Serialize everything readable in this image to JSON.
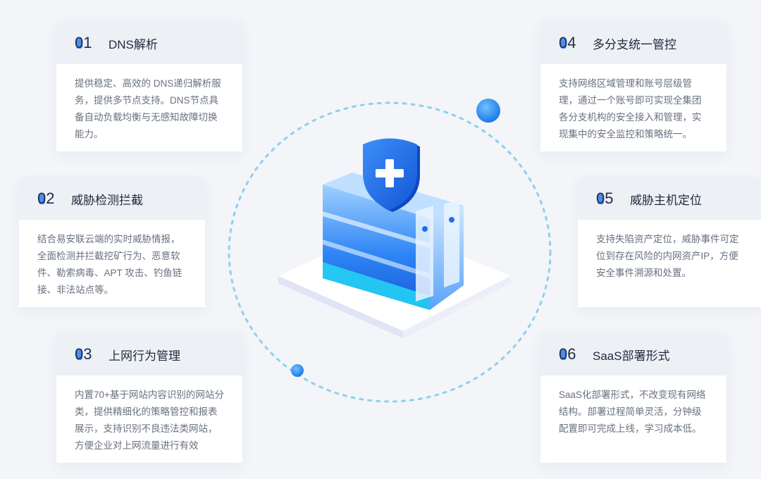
{
  "cards": [
    {
      "num": "01",
      "title": "DNS解析",
      "body": "提供稳定、高效的 DNS递归解析服务，提供多节点支持。DNS节点具备自动负载均衡与无感知故障切换能力。"
    },
    {
      "num": "02",
      "title": "威胁检测拦截",
      "body": "结合易安联云端的实时威胁情报，全面检测并拦截挖矿行为、恶意软件、勒索病毒、APT 攻击、钓鱼链接、非法站点等。"
    },
    {
      "num": "03",
      "title": "上网行为管理",
      "body": "内置70+基于网站内容识别的网站分类，提供精细化的策略管控和报表展示，支持识别不良违法类网站，方便企业对上网流量进行有效"
    },
    {
      "num": "04",
      "title": "多分支统一管控",
      "body": "支持网络区域管理和账号层级管理，通过一个账号即可实现全集团各分支机构的安全接入和管理，实现集中的安全监控和策略统一。"
    },
    {
      "num": "05",
      "title": "威胁主机定位",
      "body": "支持失陷资产定位，威胁事件可定位到存在风险的内网资产IP，方便安全事件溯源和处置。"
    },
    {
      "num": "06",
      "title": "SaaS部署形式",
      "body": "SaaS化部署形式，不改变现有网络结构。部署过程简单灵活，分钟级配置即可完成上线，学习成本低。"
    }
  ],
  "colors": {
    "accent": "#1e6fe8",
    "orbit": "#8fd0ee",
    "card_head": "#edf0f5"
  },
  "icons": {
    "center": "shield-plus-server-icon"
  }
}
